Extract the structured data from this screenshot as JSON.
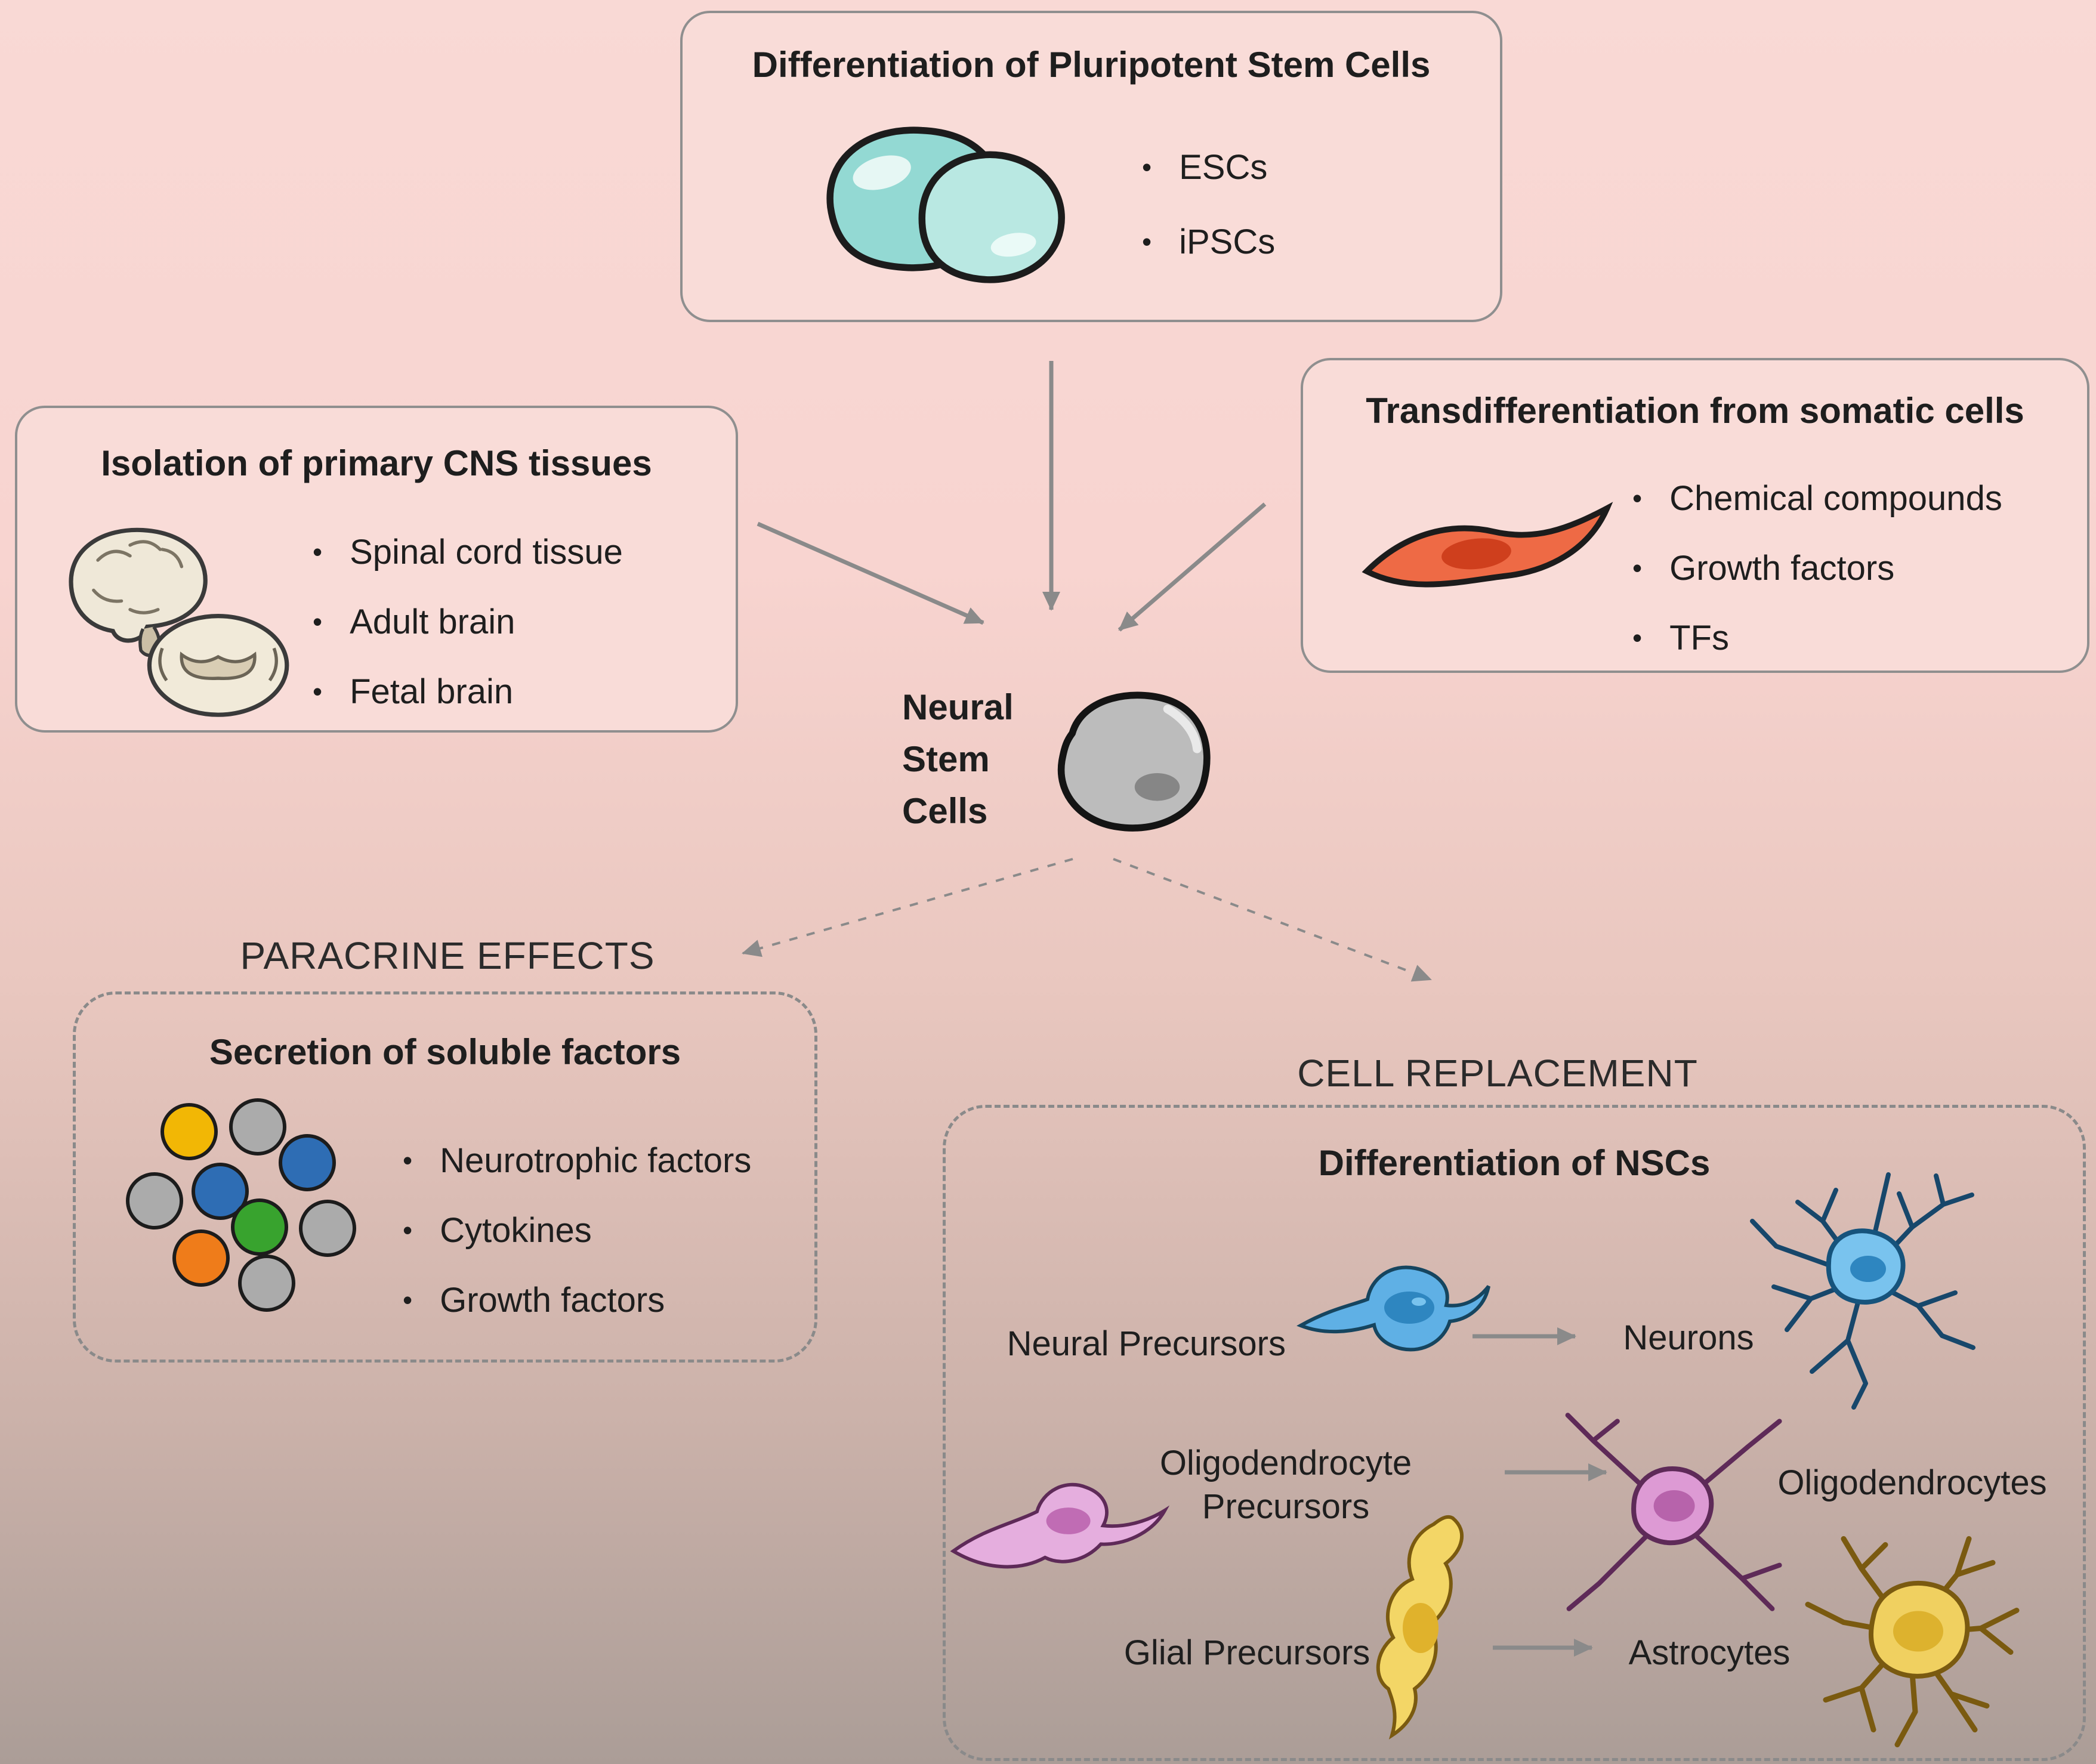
{
  "sources": {
    "pluripotent": {
      "title": "Differentiation of Pluripotent Stem Cells",
      "items": [
        "ESCs",
        "iPSCs"
      ]
    },
    "cns": {
      "title": "Isolation of primary CNS tissues",
      "items": [
        "Spinal cord tissue",
        "Adult brain",
        "Fetal brain"
      ]
    },
    "somatic": {
      "title": "Transdifferentiation from somatic cells",
      "items": [
        "Chemical compounds",
        "Growth factors",
        "TFs"
      ]
    }
  },
  "center": {
    "label": "Neural\nStem\nCells"
  },
  "paracrine": {
    "heading": "PARACRINE EFFECTS",
    "title": "Secretion of soluble factors",
    "items": [
      "Neurotrophic factors",
      "Cytokines",
      "Growth factors"
    ]
  },
  "replacement": {
    "heading": "CELL REPLACEMENT",
    "title": "Differentiation of NSCs",
    "rows": [
      {
        "source": "Neural Precursors",
        "target": "Neurons"
      },
      {
        "source": "Oligodendrocyte Precursors",
        "target": "Oligodendrocytes"
      },
      {
        "source": "Glial Precursors",
        "target": "Astrocytes"
      }
    ]
  },
  "colors": {
    "arrow": "#8a8a8a",
    "background_top": "#f9d9d5",
    "background_bottom": "#ab9d97",
    "pluripotent_cell": "#a9e0da",
    "somatic_cell": "#ee6a45",
    "nsc_cell": "#bcbcbc",
    "neuron": "#79c3ee",
    "oligodendrocyte": "#dd9ad4",
    "astrocyte": "#f0d060"
  }
}
